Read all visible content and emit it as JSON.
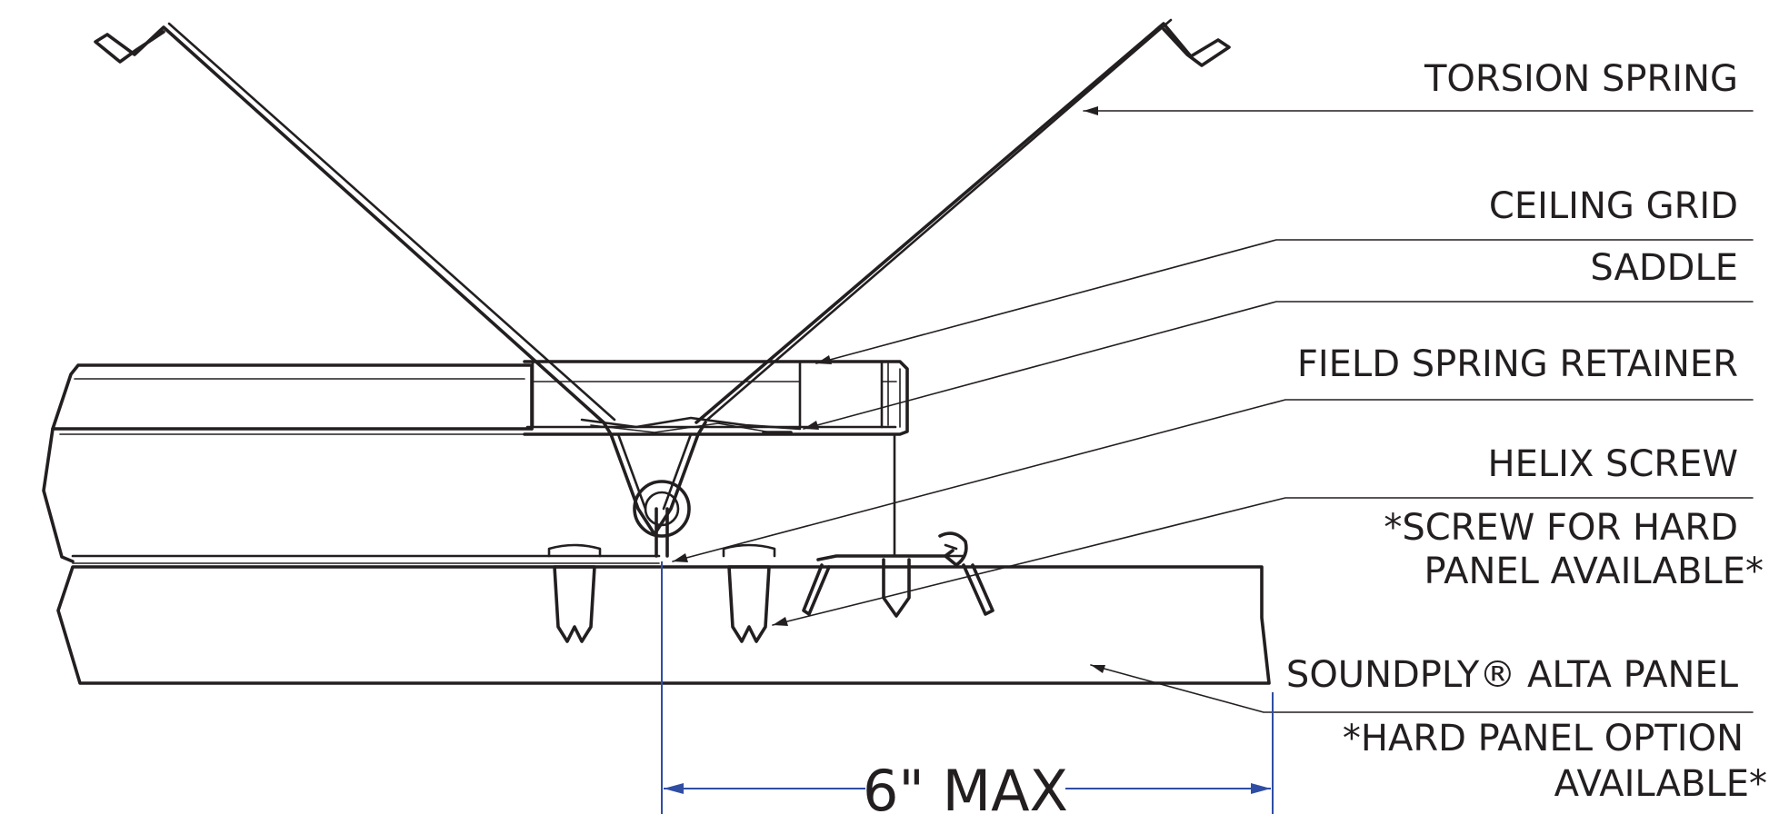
{
  "labels": {
    "torsion_spring": "TORSION SPRING",
    "ceiling_grid": "CEILING GRID",
    "saddle": "SADDLE",
    "field_spring_retainer": "FIELD SPRING RETAINER",
    "helix_screw": "HELIX SCREW",
    "screw_note_line1": "*SCREW FOR HARD",
    "screw_note_line2": "PANEL AVAILABLE*",
    "soundply_panel": "SOUNDPLY® ALTA PANEL",
    "hard_panel_line1": "*HARD PANEL OPTION",
    "hard_panel_line2": "AVAILABLE*"
  },
  "dimension": {
    "text": "6\" MAX"
  },
  "colors": {
    "ink": "#231f20",
    "dimension": "#2f4ea3"
  }
}
